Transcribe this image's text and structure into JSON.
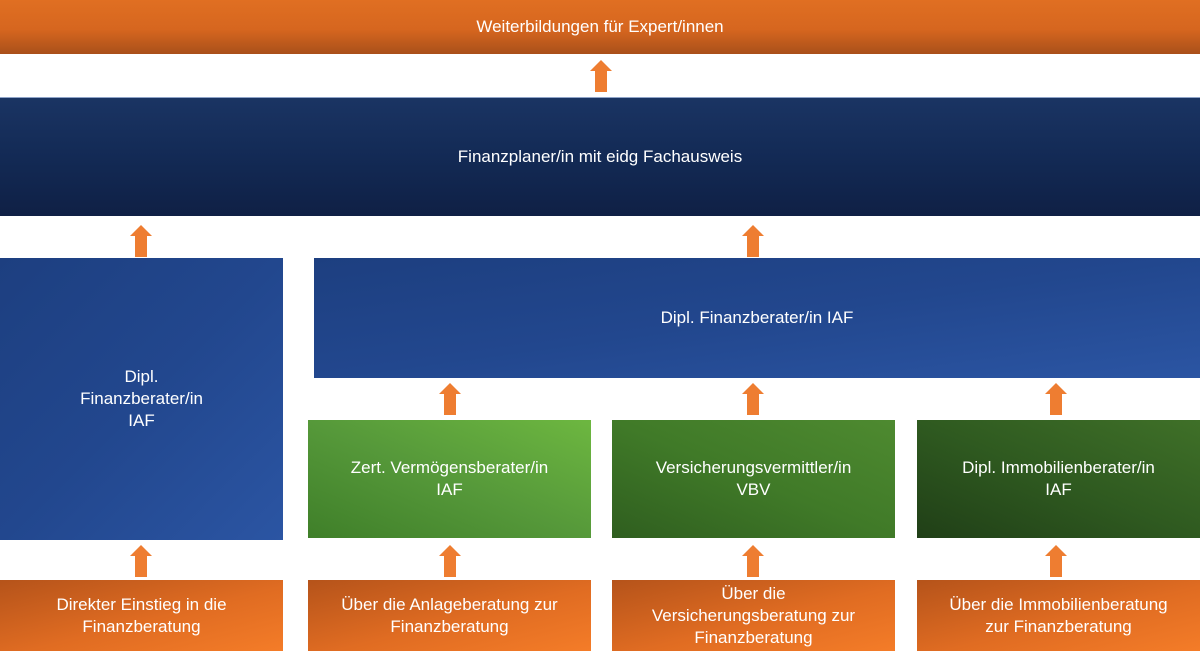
{
  "top": "Weiterbildungen für Expert/innen",
  "finanzplaner": "Finanzplaner/in mit eidg Fachausweis",
  "left_diplom": [
    "Dipl.",
    "Finanzberater/in",
    "IAF"
  ],
  "right_diplom": "Dipl. Finanzberater/in IAF",
  "green": [
    [
      "Zert. Vermögensberater/in",
      "IAF"
    ],
    [
      "Versicherungsvermittler/in",
      "VBV"
    ],
    [
      "Dipl. Immobilienberater/in",
      "IAF"
    ]
  ],
  "entries": [
    [
      "Direkter Einstieg in die",
      "Finanzberatung"
    ],
    [
      "Über die Anlageberatung zur",
      "Finanzberatung"
    ],
    [
      "Über die",
      "Versicherungsberatung zur",
      "Finanzberatung"
    ],
    [
      "Über die Immobilienberatung",
      "zur Finanzberatung"
    ]
  ],
  "colors": {
    "arrow": "#ee7d31",
    "orange": "#e06c22",
    "navy": "#132a55",
    "blue": "#22478e"
  }
}
